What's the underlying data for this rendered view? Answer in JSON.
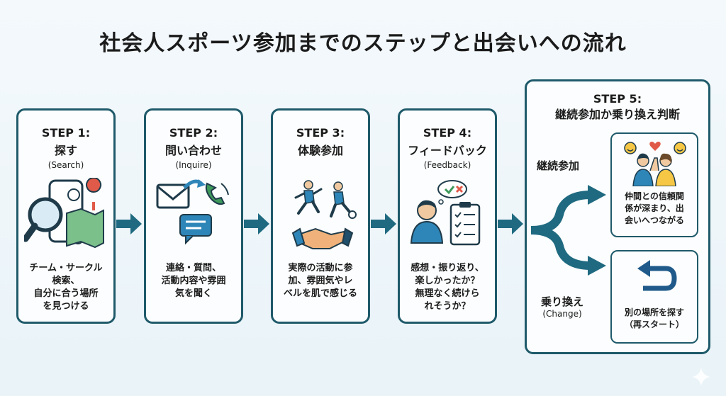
{
  "title": "社会人スポーツ参加までのステップと出会いへの流れ",
  "steps": [
    {
      "label": "STEP 1:",
      "name": "探す",
      "en": "(Search)",
      "desc": "チーム・サークル\n検索、\n自分に合う場所\nを見つける",
      "icon": "search-map-icon"
    },
    {
      "label": "STEP 2:",
      "name": "問い合わせ",
      "en": "(Inquire)",
      "desc": "連絡・質問、\n活動内容や雰囲\n気を聞く",
      "icon": "contact-icon"
    },
    {
      "label": "STEP 3:",
      "name": "体験参加",
      "en": "",
      "desc": "実際の活動に参\n加、雰囲気やレ\nベルを肌で感じる",
      "icon": "trial-play-icon"
    },
    {
      "label": "STEP 4:",
      "name": "フィードバック",
      "en": "(Feedback)",
      "desc": "感想・振り返り、\n楽しかったか？\n無理なく続けら\nれそうか？",
      "icon": "feedback-icon"
    }
  ],
  "step5": {
    "label": "STEP 5:",
    "name": "継続参加か乗り換え判断",
    "continue_label": "継続参加",
    "continue_result": "仲間との信頼関\n係が深まり、出\n会いへつながる",
    "change_label": "乗り換え",
    "change_en": "(Change)",
    "change_result": "別の場所を探す\n（再スタート）"
  },
  "colors": {
    "accent": "#1f5a6a",
    "arrow": "#1f6a80",
    "blue": "#2e86b8"
  }
}
